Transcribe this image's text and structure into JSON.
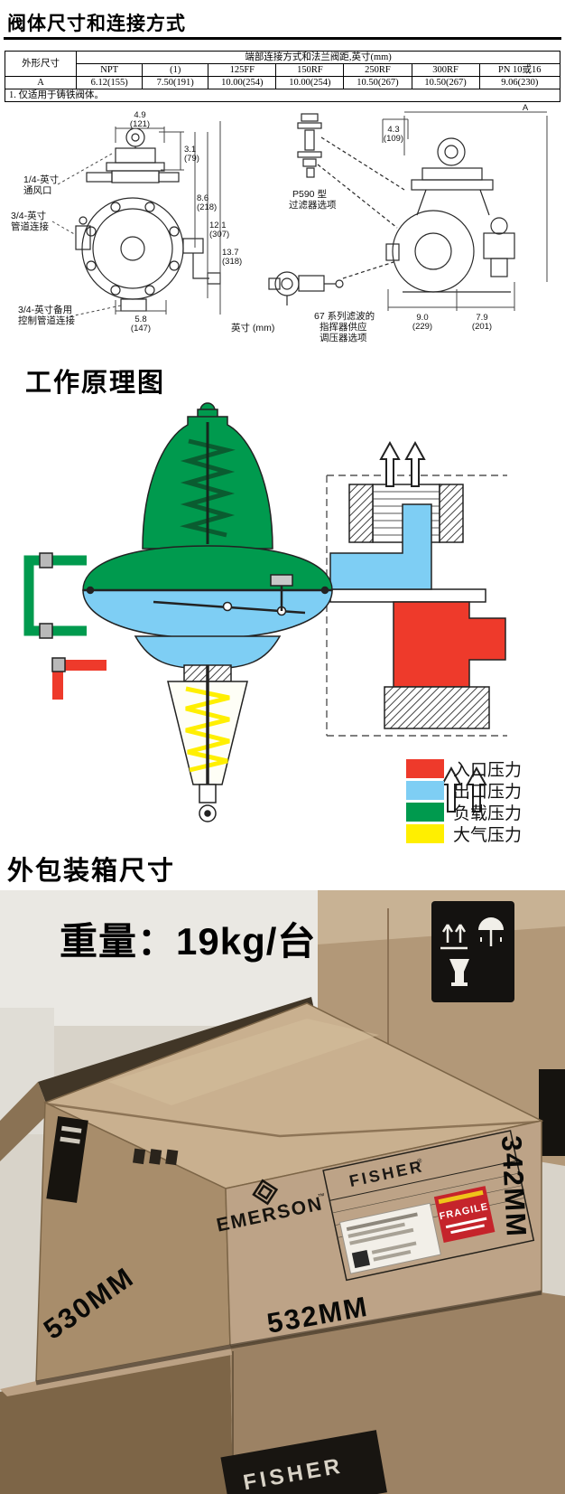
{
  "dimensions_section": {
    "title": "阀体尺寸和连接方式",
    "table": {
      "corner_header": "外形尺寸",
      "group_header": "端部连接方式和法兰阀距,英寸(mm)",
      "columns": [
        "NPT",
        "(1)",
        "125FF",
        "150RF",
        "250RF",
        "300RF",
        "PN 10或16"
      ],
      "rows": [
        {
          "label": "A",
          "values": [
            "6.12(155)",
            "7.50(191)",
            "10.00(254)",
            "10.00(254)",
            "10.50(267)",
            "10.50(267)",
            "9.06(230)"
          ]
        }
      ],
      "footnote": "1.  仅适用于铸铁阀体。"
    },
    "drawing": {
      "unit_note": "英寸 (mm)",
      "front_view": {
        "labels": {
          "vent_line1": "1/4-英寸",
          "vent_line2": "通风口",
          "pipe_line1": "3/4-英寸",
          "pipe_line2": "管道连接",
          "control_line1": "3/4-英寸备用",
          "control_line2": "控制管道连接"
        },
        "dims": {
          "d1": "4.9",
          "d1mm": "(121)",
          "d2": "3.1",
          "d2mm": "(79)",
          "d3": "8.6",
          "d3mm": "(218)",
          "d4": "12.1",
          "d4mm": "(307)",
          "d5": "13.7",
          "d5mm": "(318)",
          "d6": "5.8",
          "d6mm": "(147)"
        }
      },
      "side_view": {
        "labels": {
          "filter_line1": "P590 型",
          "filter_line2": "过滤器选项",
          "pilot_line1": "67 系列滤波的",
          "pilot_line2": "指挥器供应",
          "pilot_line3": "调压器选项"
        },
        "dims": {
          "dA": "A",
          "d1": "4.3",
          "d1mm": "(109)",
          "d2": "9.0",
          "d2mm": "(229)",
          "d3": "7.9",
          "d3mm": "(201)"
        }
      }
    }
  },
  "principle_section": {
    "title": "工作原理图",
    "legend": [
      {
        "label": "入口压力",
        "color": "#ee3a2b"
      },
      {
        "label": "出口压力",
        "color": "#7ecef4"
      },
      {
        "label": "负载压力",
        "color": "#009a4e"
      },
      {
        "label": "大气压力",
        "color": "#ffef00"
      }
    ]
  },
  "packaging_section": {
    "title": "外包装箱尺寸",
    "weight_text": "重量：19kg/台",
    "dimensions": {
      "length": "532MM",
      "width": "530MM",
      "height": "342MM"
    },
    "box_print": {
      "brand": "EMERSON",
      "brand_tm": "™",
      "product_brand": "FISHER",
      "product_reg": "®",
      "fragile_label": "FRAGILE",
      "icons": [
        "this-way-up-icon",
        "keep-dry-icon",
        "fragile-glass-icon"
      ]
    }
  }
}
